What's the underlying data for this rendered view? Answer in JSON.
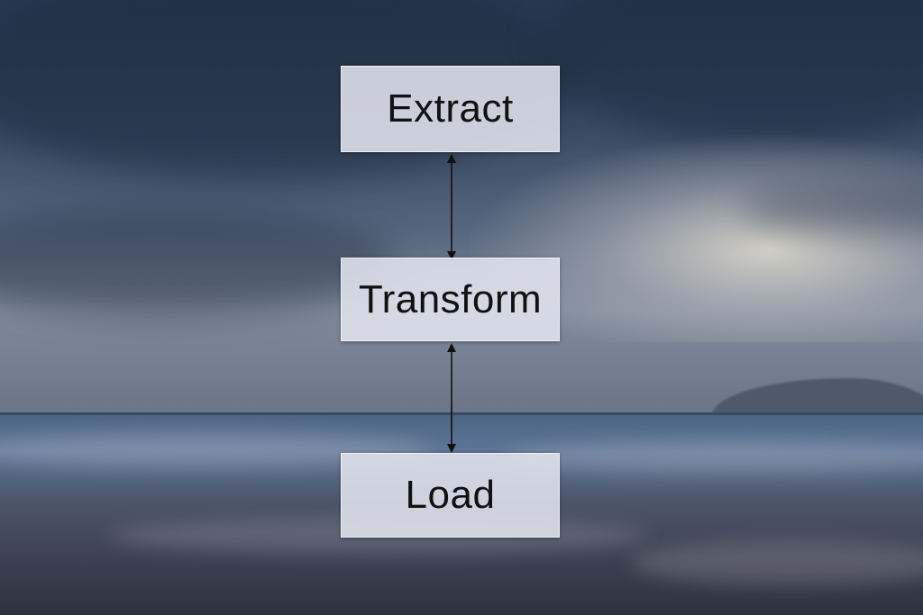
{
  "diagram": {
    "nodes": [
      {
        "id": "extract",
        "label": "Extract"
      },
      {
        "id": "transform",
        "label": "Transform"
      },
      {
        "id": "load",
        "label": "Load"
      }
    ],
    "edges": [
      {
        "from": "extract",
        "to": "transform",
        "direction": "bidirectional"
      },
      {
        "from": "transform",
        "to": "load",
        "direction": "bidirectional"
      }
    ],
    "colors": {
      "node_fill": "#e1e4ee",
      "text": "#111111",
      "arrow": "#111111"
    }
  }
}
